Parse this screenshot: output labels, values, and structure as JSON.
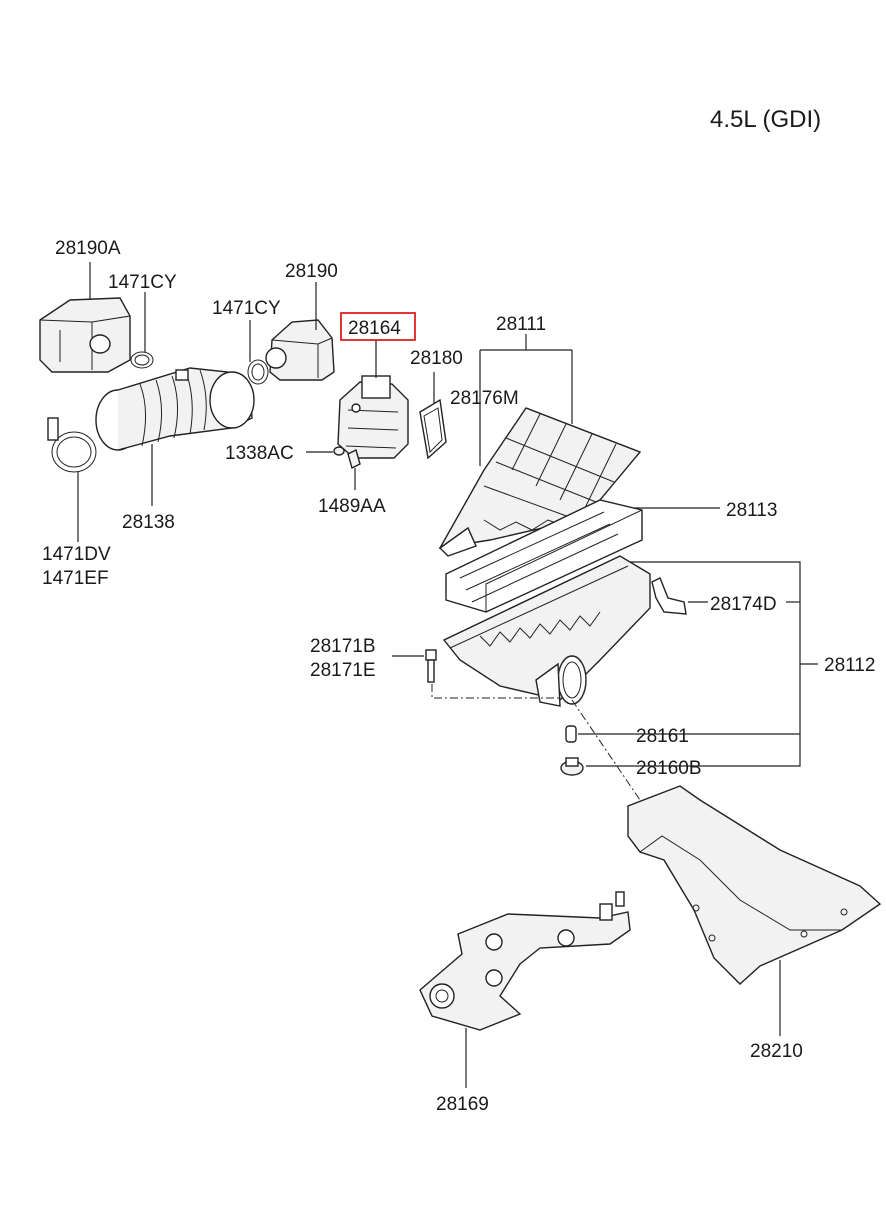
{
  "header": {
    "engine_spec": "4.5L (GDI)"
  },
  "highlight_color": "#e02020",
  "labels": {
    "p28190A": "28190A",
    "p1471CY_a": "1471CY",
    "p28190": "28190",
    "p1471CY_b": "1471CY",
    "p28164": "28164",
    "p28111": "28111",
    "p28180": "28180",
    "p28176M": "28176M",
    "p1338AC": "1338AC",
    "p1489AA": "1489AA",
    "p28138": "28138",
    "p1471DV": "1471DV",
    "p1471EF": "1471EF",
    "p28113": "28113",
    "p28174D": "28174D",
    "p28112": "28112",
    "p28171B": "28171B",
    "p28171E": "28171E",
    "p28161": "28161",
    "p28160B": "28160B",
    "p28210": "28210",
    "p28169": "28169"
  }
}
